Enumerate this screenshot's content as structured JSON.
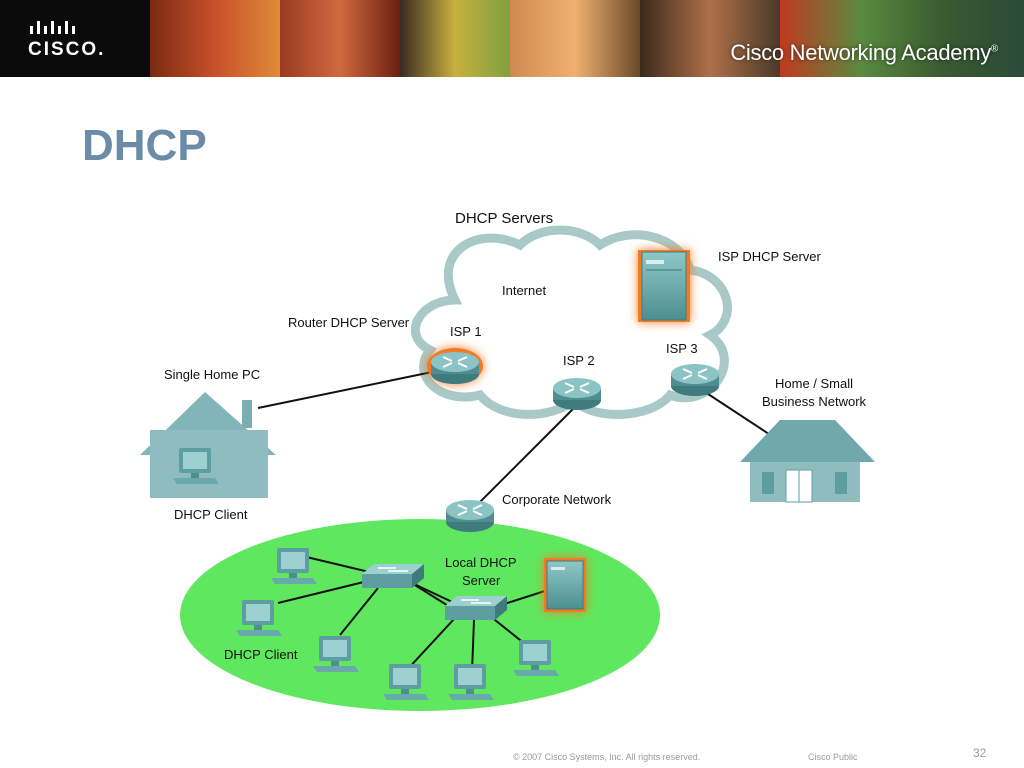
{
  "header": {
    "logo_text": "CISCO.",
    "academy": "Cisco Networking Academy",
    "registered_mark": "®"
  },
  "slide": {
    "title": "DHCP"
  },
  "diagram": {
    "heading": "DHCP Servers",
    "internet": "Internet",
    "isp_dhcp_server": "ISP DHCP Server",
    "router_dhcp_server": "Router DHCP Server",
    "isp1": "ISP 1",
    "isp2": "ISP 2",
    "isp3": "ISP 3",
    "single_home_pc": "Single Home PC",
    "home_small_1": "Home / Small",
    "home_small_2": "Business Network",
    "dhcp_client_home": "DHCP Client",
    "corporate_network": "Corporate Network",
    "local_dhcp_1": "Local DHCP",
    "local_dhcp_2": "Server",
    "dhcp_client_lan": "DHCP Client"
  },
  "footer": {
    "copyright": "© 2007 Cisco Systems, Inc. All rights reserved.",
    "classification": "Cisco Public",
    "page_number": "32"
  },
  "colors": {
    "title": "#6b8ba6",
    "device": "#5f9ea0",
    "lan_ellipse": "#5fe85f",
    "highlight": "#f07a28"
  }
}
